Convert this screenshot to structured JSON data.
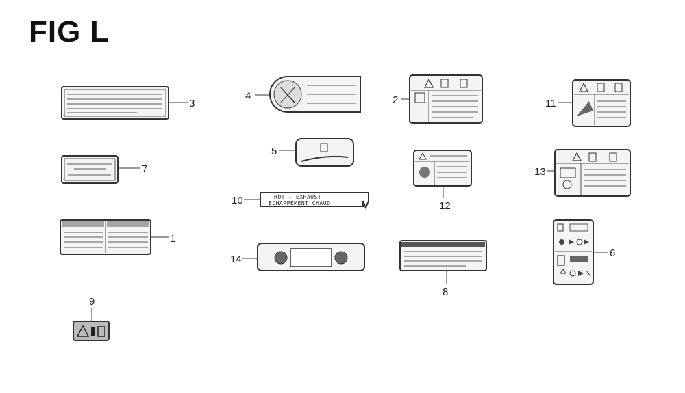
{
  "figure": {
    "title": "FIG L",
    "callouts": {
      "c1": "1",
      "c2": "2",
      "c3": "3",
      "c4": "4",
      "c5": "5",
      "c6": "6",
      "c7": "7",
      "c8": "8",
      "c9": "9",
      "c10": "10",
      "c11": "11",
      "c12": "12",
      "c13": "13",
      "c14": "14"
    },
    "label_10_text": {
      "line1": "HOT - EXHAUST",
      "line2": "ECHAPPEMENT CHAUD"
    }
  }
}
